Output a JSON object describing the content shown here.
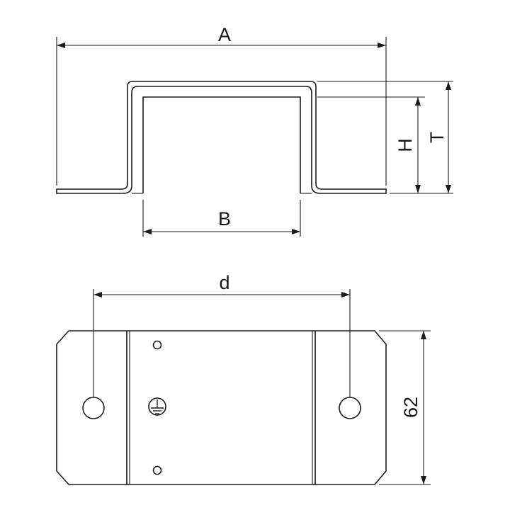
{
  "drawing": {
    "side_view": {
      "dim_A": "A",
      "dim_B": "B",
      "dim_H": "H",
      "dim_T": "T"
    },
    "top_view": {
      "dim_d": "d",
      "dim_width": "62",
      "ground_symbol": "protective-earth-icon"
    },
    "line_color": "#1a1a1a",
    "background": "#ffffff"
  }
}
